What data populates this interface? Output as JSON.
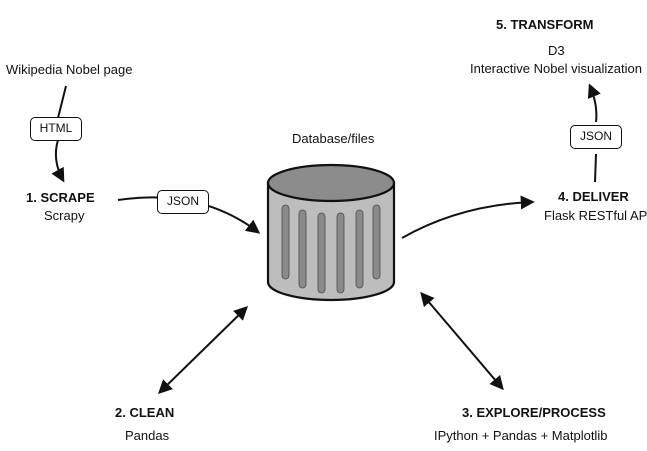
{
  "source": {
    "label": "Wikipedia Nobel page"
  },
  "database": {
    "label": "Database/files"
  },
  "steps": {
    "scrape": {
      "title": "1. SCRAPE",
      "tool": "Scrapy"
    },
    "clean": {
      "title": "2. CLEAN",
      "tool": "Pandas"
    },
    "explore": {
      "title": "3. EXPLORE/PROCESS",
      "tool": "IPython + Pandas + Matplotlib"
    },
    "deliver": {
      "title": "4. DELIVER",
      "tool": "Flask RESTful API"
    },
    "transform": {
      "title": "5. TRANSFORM",
      "tool": "D3",
      "subtitle": "Interactive Nobel visualization"
    }
  },
  "tags": {
    "html": "HTML",
    "json_scrape": "JSON",
    "json_deliver": "JSON"
  },
  "colors": {
    "ink": "#111111",
    "cylinder_body": "#bdbdbd",
    "cylinder_top": "#8c8c8c",
    "stripe": "#8a8a8a"
  }
}
